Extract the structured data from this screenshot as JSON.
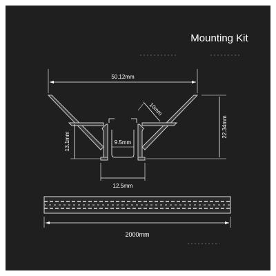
{
  "title": "Mounting Kit",
  "dimensions": {
    "top_width": "50.12mm",
    "inner_width": "9.5mm",
    "flange_height": "13.1mm",
    "total_height": "22.34mm",
    "wing_length": "10mm",
    "base_width": "12.5mm",
    "length": "2000mm"
  },
  "colors": {
    "background": "#1f1f1f",
    "foreground": "#ffffff"
  }
}
